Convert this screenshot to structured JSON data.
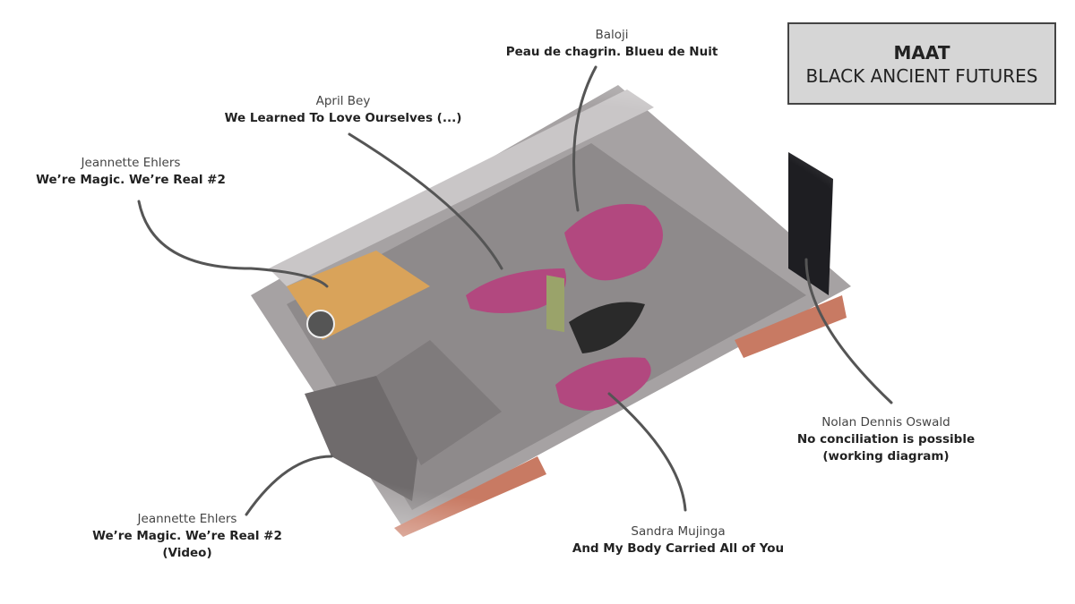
{
  "title": {
    "line1": "MAAT",
    "line2": "BLACK ANCIENT FUTURES"
  },
  "labels": [
    {
      "artist": "Baloji",
      "work": "Peau de chagrin. Blueu de Nuit"
    },
    {
      "artist": "April Bey",
      "work": "We Learned To Love Ourselves (...)"
    },
    {
      "artist": "Jeannette Ehlers",
      "work": "We’re Magic. We’re Real #2"
    },
    {
      "artist": "Nolan Dennis Oswald",
      "work": "No conciliation is possible",
      "note": "(working diagram)"
    },
    {
      "artist": "Sandra Mujinga",
      "work": "And My Body Carried All of You"
    },
    {
      "artist": "Jeannette Ehlers",
      "work": "We’re Magic. We’re Real #2",
      "note": "(Video)"
    }
  ],
  "colors": {
    "floor": "#8e8a8b",
    "artwork_pink": "#b2487f",
    "title_bg": "#d6d6d6"
  }
}
